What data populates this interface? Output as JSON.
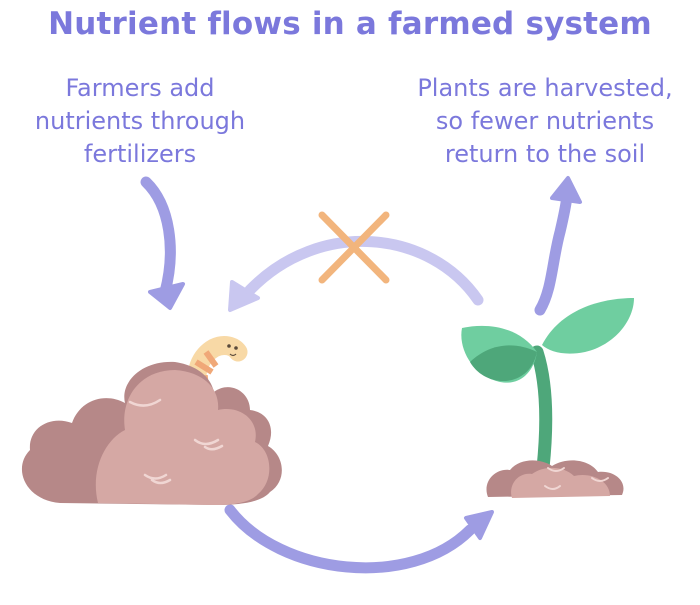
{
  "title": "Nutrient flows in a farmed system",
  "captions": {
    "left": [
      "Farmers add",
      "nutrients through",
      "fertilizers"
    ],
    "right": [
      "Plants are harvested,",
      "so fewer nutrients",
      "return to the soil"
    ]
  },
  "colors": {
    "title": "#7b78dc",
    "arrow": "#9e9ce3",
    "arrow_light": "#c9c7f0",
    "cross": "#f2b57d",
    "soil_light": "#d5a8a4",
    "soil_dark": "#b68888",
    "leaf": "#6fcea0",
    "stem": "#4ea77a",
    "worm": "#f8d9a6",
    "worm_stripe": "#f0a878"
  },
  "icons": [
    "soil-mound-icon",
    "worm-icon",
    "seedling-icon",
    "cross-icon"
  ]
}
